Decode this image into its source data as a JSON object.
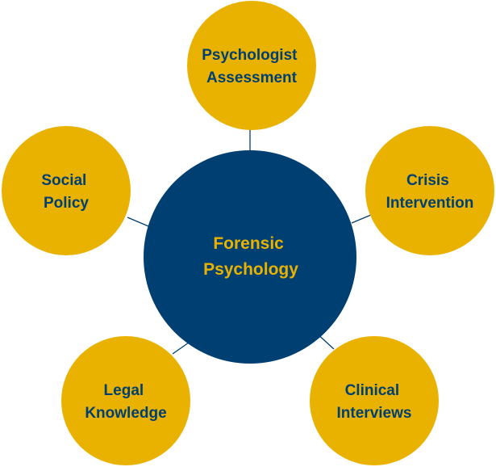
{
  "diagram": {
    "colors": {
      "center_fill": "#003F72",
      "center_text": "#EAB200",
      "outer_fill": "#EAB200",
      "outer_text": "#003F72",
      "connector": "#003F72"
    },
    "center": {
      "lines": [
        "Forensic",
        "Psychology"
      ]
    },
    "nodes": [
      {
        "id": "psychologist-assessment",
        "lines": [
          "Psychologist",
          "Assessment"
        ]
      },
      {
        "id": "crisis-intervention",
        "lines": [
          "Crisis",
          "Intervention"
        ]
      },
      {
        "id": "clinical-interviews",
        "lines": [
          "Clinical",
          "Interviews"
        ]
      },
      {
        "id": "legal-knowledge",
        "lines": [
          "Legal",
          "Knowledge"
        ]
      },
      {
        "id": "social-policy",
        "lines": [
          "Social",
          "Policy"
        ]
      }
    ]
  }
}
